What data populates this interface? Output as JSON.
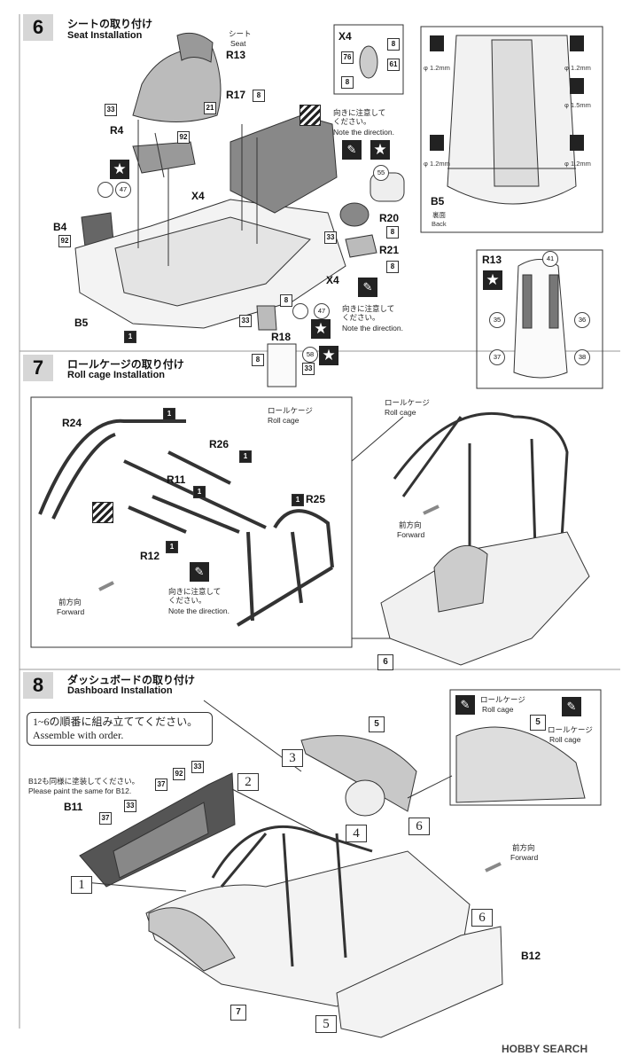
{
  "step6": {
    "number": "6",
    "title_jp": "シートの取り付け",
    "title_en": "Seat Installation",
    "seat_jp": "シート",
    "seat_en": "Seat",
    "parts": {
      "r13": "R13",
      "r4": "R4",
      "b4": "B4",
      "b5": "B5",
      "r17": "R17",
      "x4": "X4",
      "r18": "R18",
      "r20": "R20",
      "r21": "R21"
    },
    "part_numbers": {
      "n33": "33",
      "n21": "21",
      "n92": "92",
      "n47": "47",
      "n8": "8",
      "n1": "1",
      "n55": "55",
      "n58": "58"
    },
    "direction_jp": "向きに注意して\nください。",
    "direction_en": "Note the direction."
  },
  "x4_inset": {
    "title": "X4",
    "n76": "76",
    "n8": "8",
    "n61": "61"
  },
  "b5_inset": {
    "label": "B5",
    "sub_jp": "裏面",
    "sub_en": "Back",
    "drills": [
      "φ 1.2mm",
      "φ 1.2mm",
      "φ 1.5mm",
      "φ 1.2mm",
      "φ 1.2mm"
    ]
  },
  "r13_inset": {
    "label": "R13",
    "nums": {
      "n41": "41",
      "n35": "35",
      "n36": "36",
      "n37": "37",
      "n38": "38"
    }
  },
  "step7": {
    "number": "7",
    "title_jp": "ロールケージの取り付け",
    "title_en": "Roll cage Installation",
    "cage_jp": "ロールケージ",
    "cage_en": "Roll cage",
    "parts": {
      "r24": "R24",
      "r26": "R26",
      "r11": "R11",
      "r25": "R25",
      "r12": "R12"
    },
    "n1": "1",
    "forward_jp": "前方向",
    "forward_en": "Forward",
    "direction_jp": "向きに注意して\nください。",
    "direction_en": "Note the direction.",
    "sub6": "6"
  },
  "step8": {
    "number": "8",
    "title_jp": "ダッシュボードの取り付け",
    "title_en": "Dashboard Installation",
    "order_jp": "1~6の順番に組み立ててください。",
    "order_en": "Assemble with order.",
    "paint_jp": "B12も同様に塗装してください。",
    "paint_en": "Please paint the same for B12.",
    "parts": {
      "b11": "B11",
      "b12": "B12"
    },
    "nums": {
      "n37": "37",
      "n92": "92",
      "n33": "33"
    },
    "subs": {
      "s1": "1",
      "s2": "2",
      "s3": "3",
      "s4": "4",
      "s5": "5",
      "s6": "6",
      "s7": "7"
    },
    "forward_jp": "前方向",
    "forward_en": "Forward",
    "cage_jp": "ロールケージ",
    "cage_en": "Roll cage"
  },
  "watermark": "HOBBY SEARCH"
}
